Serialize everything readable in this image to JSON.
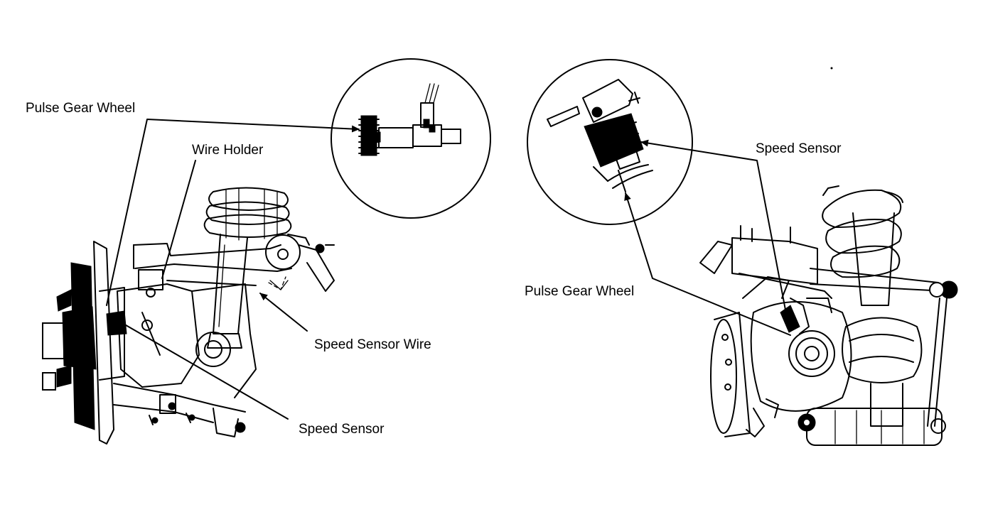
{
  "labels": {
    "left_pulse_gear_wheel": "Pulse Gear Wheel",
    "wire_holder": "Wire Holder",
    "speed_sensor_wire": "Speed Sensor Wire",
    "left_speed_sensor": "Speed Sensor",
    "right_speed_sensor": "Speed Sensor",
    "right_pulse_gear_wheel": "Pulse Gear Wheel"
  }
}
